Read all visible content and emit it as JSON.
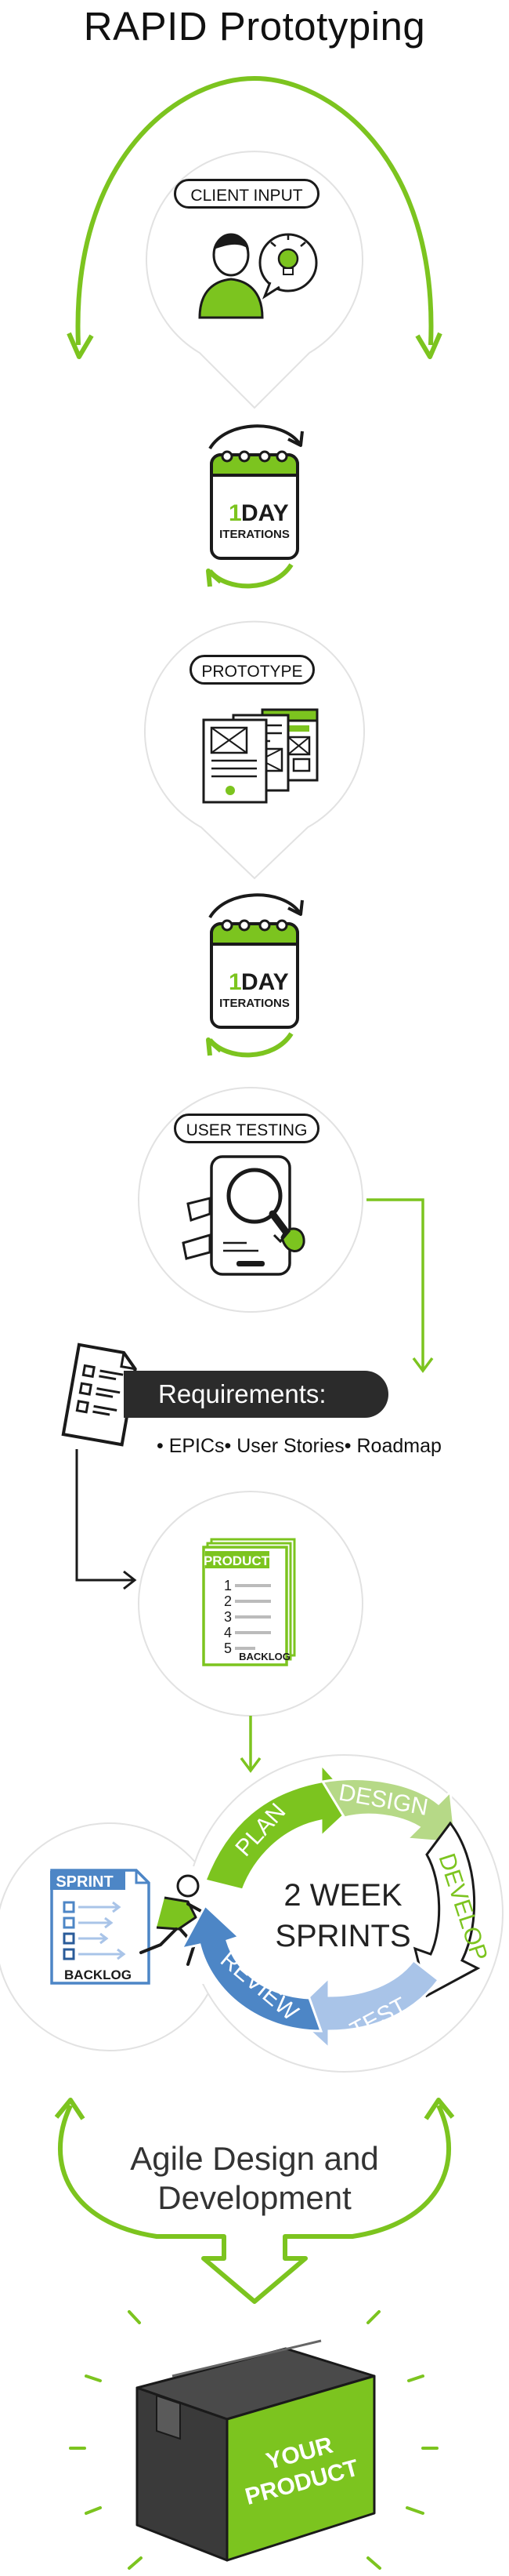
{
  "title": "RAPID Prototyping",
  "stages": {
    "client_input": "CLIENT INPUT",
    "prototype": "PROTOTYPE",
    "user_testing": "USER TESTING"
  },
  "iterations": [
    {
      "number": "1",
      "unit": "DAY",
      "label": "ITERATIONS"
    },
    {
      "number": "1",
      "unit": "DAY",
      "label": "ITERATIONS"
    }
  ],
  "requirements": {
    "heading": "Requirements:",
    "items": "• EPICs• User Stories• Roadmap"
  },
  "product_backlog": {
    "tag": "PRODUCT",
    "numbers": [
      "1",
      "2",
      "3",
      "4",
      "5"
    ],
    "label": "BACKLOG"
  },
  "sprint_backlog": {
    "tag": "SPRINT",
    "label": "BACKLOG"
  },
  "sprint_cycle": {
    "center_line1": "2 WEEK",
    "center_line2": "SPRINTS",
    "phases": [
      "PLAN",
      "DESIGN",
      "DEVELOP",
      "TEST",
      "REVIEW"
    ]
  },
  "agile": {
    "line1": "Agile Design and",
    "line2": "Development"
  },
  "product_box": {
    "line1": "YOUR",
    "line2": "PRODUCT"
  },
  "colors": {
    "green": "#7cc41f",
    "light_green": "#b6d987",
    "blue": "#4d86c6",
    "light_blue": "#a9c4e8",
    "dark": "#2b2b2b",
    "circle_border": "#e2e2e2"
  }
}
